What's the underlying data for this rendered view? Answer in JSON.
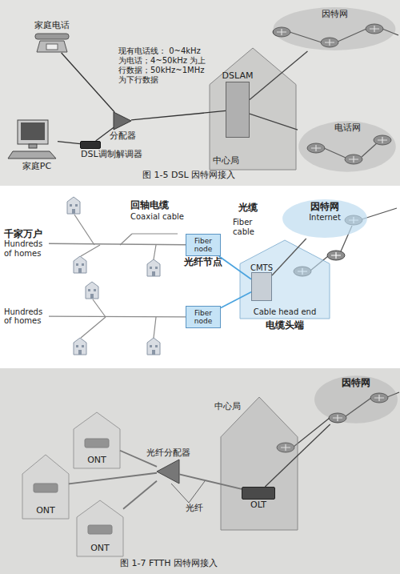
{
  "diagram": {
    "nodes": [
      {
        "text": [
          "家庭电话"
        ]
      },
      {
        "text": [
          "家庭PC"
        ]
      },
      {
        "text": [
          "DSL调制解调器"
        ]
      },
      {
        "text": [
          "分配器"
        ]
      },
      {
        "text": [
          "中心局"
        ]
      },
      {
        "text": [
          "DSLAM"
        ],
        "in": 4
      },
      {
        "text": [
          "因特网"
        ]
      },
      {
        "text": [
          "电话网"
        ]
      },
      {
        "text": [
          "千家万户",
          "Hundreds of homes"
        ]
      },
      {
        "text": [
          "Hundreds of homes"
        ]
      },
      {
        "text": [
          "Fiber node",
          "光纤节点"
        ]
      },
      {
        "text": [
          "Fiber node"
        ]
      },
      {
        "text": [
          "Cable head end",
          "电缆头端"
        ]
      },
      {
        "text": [
          "CMTS"
        ],
        "in": 12
      },
      {
        "text": [
          "因特网",
          "Internet"
        ]
      },
      {
        "text": [
          "ONT"
        ]
      },
      {
        "text": [
          "ONT"
        ]
      },
      {
        "text": [
          "ONT"
        ]
      },
      {
        "text": [
          "光纤分配器"
        ]
      },
      {
        "text": [
          "中心局"
        ]
      },
      {
        "text": [
          "OLT"
        ],
        "in": 19
      },
      {
        "text": [
          "因特网"
        ]
      }
    ],
    "edges": [
      {
        "from": 0,
        "to": 3,
        "arrow": "none"
      },
      {
        "from": 1,
        "to": 2,
        "arrow": "none"
      },
      {
        "from": 2,
        "to": 3,
        "arrow": "none"
      },
      {
        "from": 3,
        "to": 5,
        "label": "现有电话线： 0~4kHz为电话；4~50kHz 为上行数据；50kHz~1MHz 为下行数据",
        "arrow": "none"
      },
      {
        "from": 5,
        "to": 6,
        "arrow": "none"
      },
      {
        "from": 5,
        "to": 7,
        "arrow": "none"
      },
      {
        "from": 8,
        "to": 10,
        "arrow": "none"
      },
      {
        "from": 9,
        "to": 11,
        "arrow": "none"
      },
      {
        "from": 10,
        "to": 13,
        "arrow": "none"
      },
      {
        "from": 11,
        "to": 13,
        "arrow": "none"
      },
      {
        "from": 13,
        "to": 14,
        "arrow": "none"
      },
      {
        "from": 15,
        "to": 18,
        "arrow": "none"
      },
      {
        "from": 16,
        "to": 18,
        "arrow": "none"
      },
      {
        "from": 17,
        "to": 18,
        "arrow": "none"
      },
      {
        "from": 18,
        "to": 20,
        "arrow": "none"
      },
      {
        "from": 20,
        "to": 21,
        "arrow": "none"
      }
    ],
    "labels": [
      "图 1-5 DSL 因特网接入",
      "回轴电缆",
      "Coaxial cable",
      "光缆",
      "Fiber cable",
      "光纤",
      "图 1-7 FTTH 因特网接入"
    ]
  }
}
